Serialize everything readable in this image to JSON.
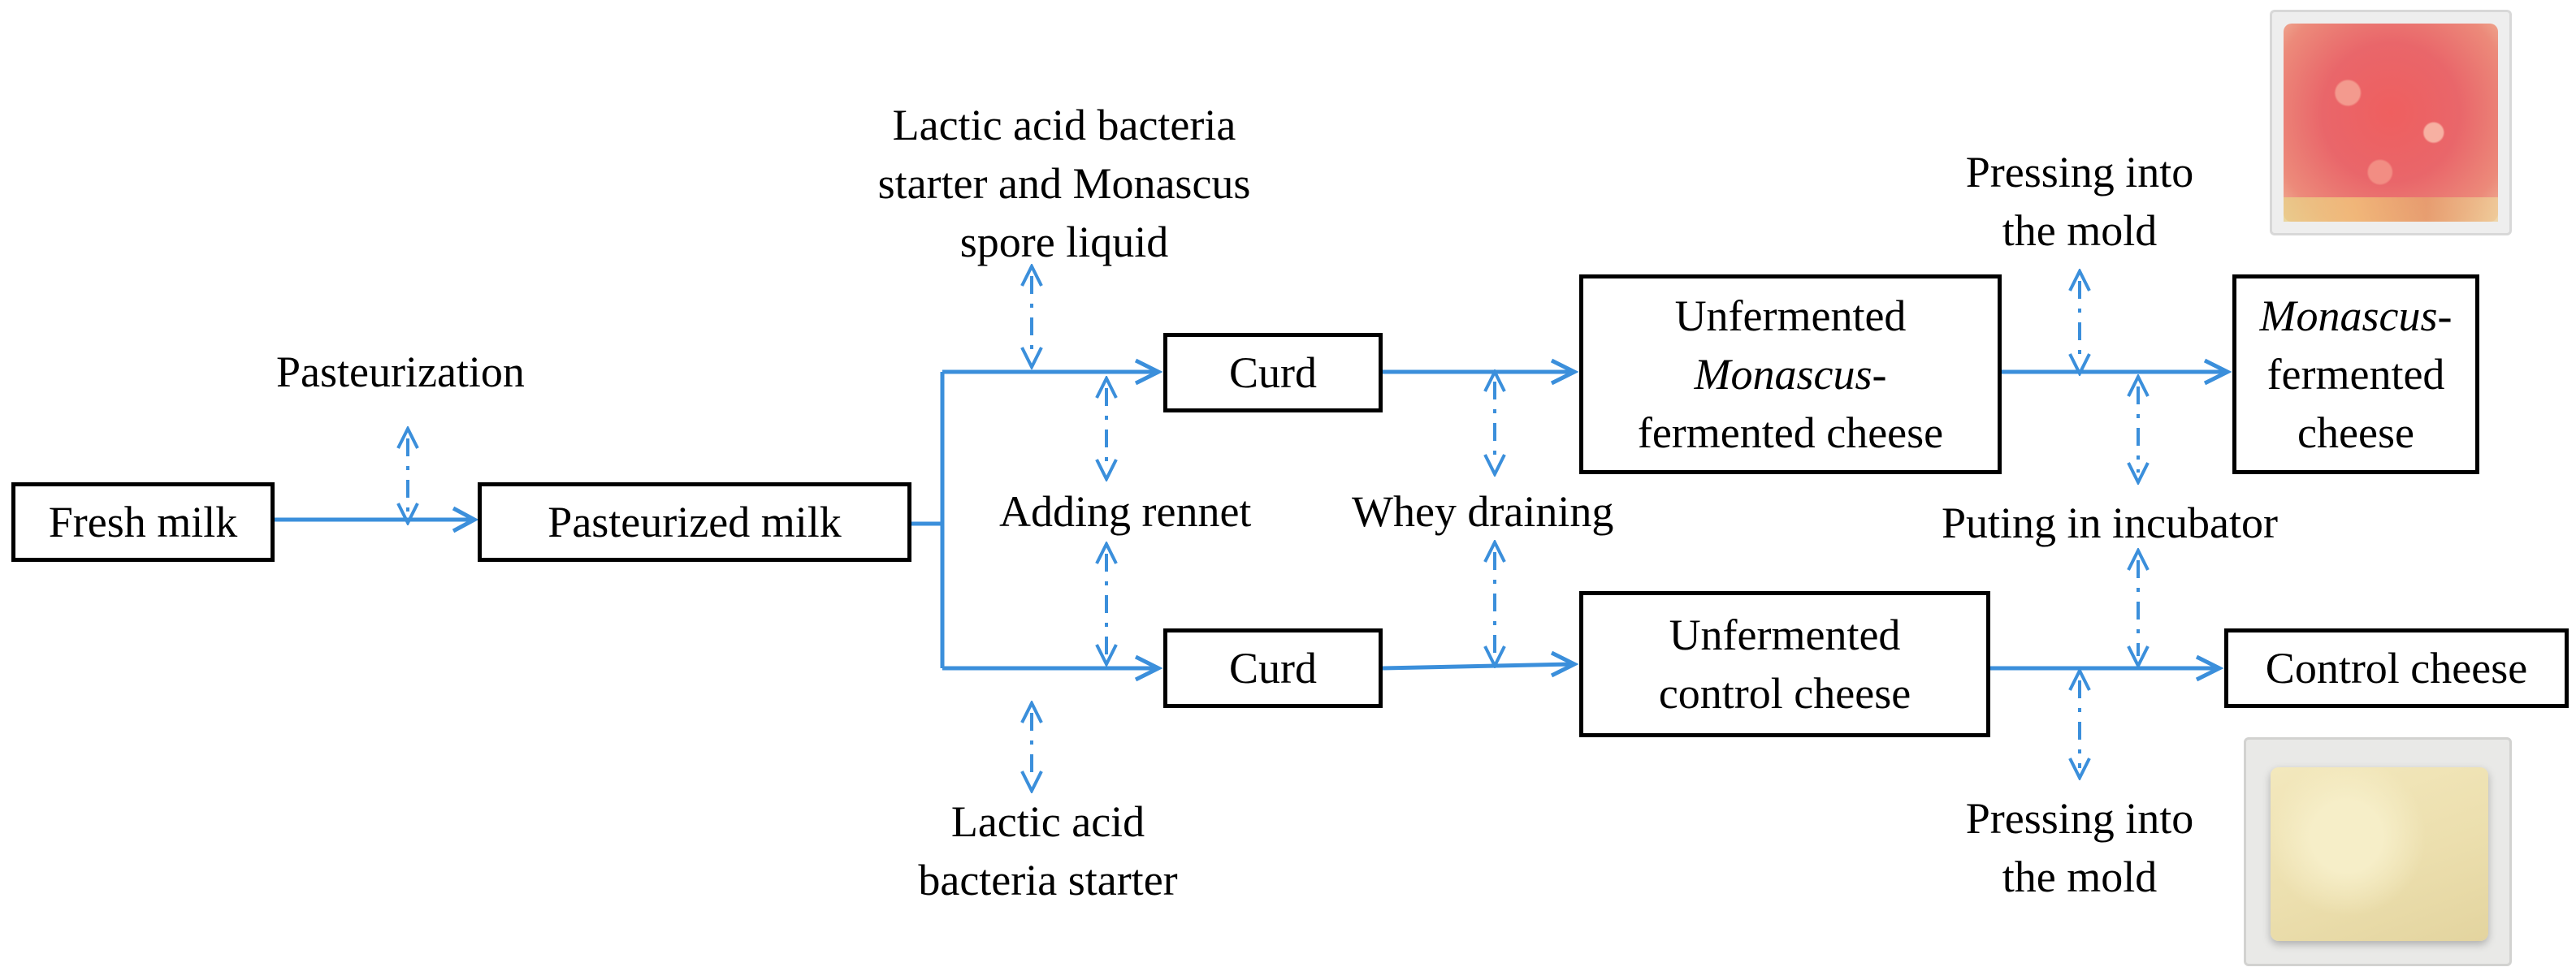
{
  "colors": {
    "arrow": "#3b8fdb",
    "box_border": "#000000",
    "text": "#000000"
  },
  "boxes": {
    "fresh_milk": "Fresh milk",
    "pasteurized_milk": "Pasteurized milk",
    "curd_top": "Curd",
    "curd_bottom": "Curd",
    "unfermented_monascus": {
      "line1": "Unfermented",
      "line2_italic": "Monascus",
      "line2_rest": "-",
      "line3": "fermented  cheese"
    },
    "unfermented_control": {
      "line1": "Unfermented",
      "line2": "control  cheese"
    },
    "monascus_fermented": {
      "line1_italic": "Monascus",
      "line1_rest": "-",
      "line2": "fermented",
      "line3": "cheese"
    },
    "control_cheese": "Control  cheese"
  },
  "labels": {
    "pasteurization": "Pasteurization",
    "lab_monascus": [
      "Lactic acid bacteria",
      "starter and Monascus",
      "spore liquid"
    ],
    "adding_rennet": "Adding rennet",
    "whey_draining": "Whey draining",
    "lab_starter": [
      "Lactic acid",
      "bacteria starter"
    ],
    "pressing_top": [
      "Pressing into",
      "the mold"
    ],
    "incubator": "Puting in incubator",
    "pressing_bottom": [
      "Pressing into",
      "the mold"
    ]
  },
  "photos": {
    "top": "monascus-cheese-photo",
    "bottom": "control-cheese-photo"
  }
}
